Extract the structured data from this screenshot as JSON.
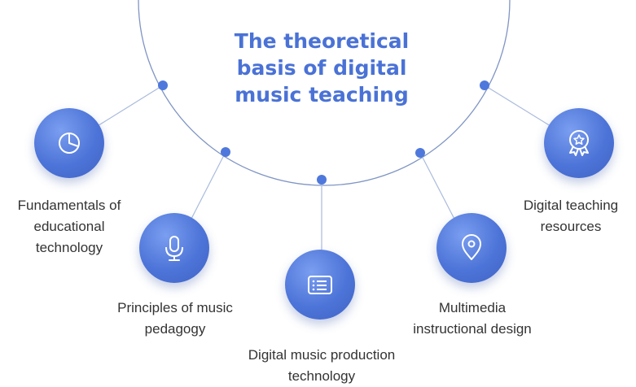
{
  "title_lines": [
    "The theoretical",
    "basis of digital",
    "music teaching"
  ],
  "nodes": [
    {
      "label": [
        "Fundamentals of",
        "educational",
        "technology"
      ],
      "icon": "pie-chart-icon"
    },
    {
      "label": [
        "Principles of music",
        "pedagogy"
      ],
      "icon": "microphone-icon"
    },
    {
      "label": [
        "Digital music production",
        "technology"
      ],
      "icon": "list-document-icon"
    },
    {
      "label": [
        "Multimedia",
        "instructional design"
      ],
      "icon": "location-pin-icon"
    },
    {
      "label": [
        "Digital teaching",
        "resources"
      ],
      "icon": "award-badge-icon"
    }
  ],
  "colors": {
    "accent": "#4a72d6",
    "node": "#4d74d8",
    "line": "#9fb2d8",
    "text": "#333333"
  }
}
